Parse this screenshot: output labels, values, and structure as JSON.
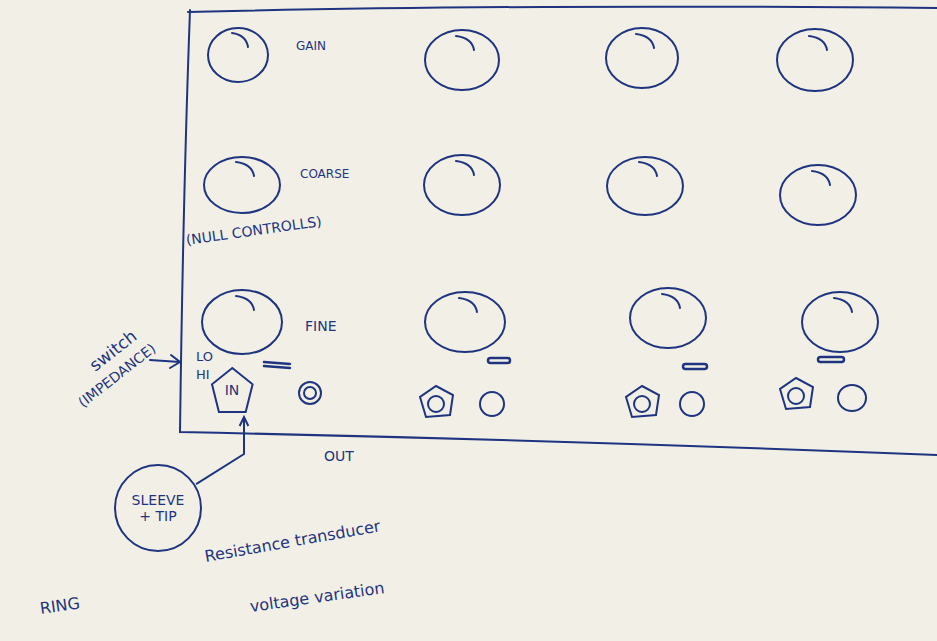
{
  "diagram": {
    "nodes": [
      {
        "text": [
          "IN"
        ]
      },
      {
        "text": [
          "SLEEVE + TIP"
        ]
      }
    ],
    "edges": [
      {
        "from": 1,
        "to": 0,
        "arrow": "to"
      }
    ],
    "labels": [
      "GAIN",
      "COARSE",
      "(NULL CONTROLLS)",
      "FINE",
      "LO",
      "HI",
      "OUT",
      "switch",
      "(IMPEDANCE)",
      "RING",
      "Resistance transducer",
      "voltage variation"
    ]
  }
}
